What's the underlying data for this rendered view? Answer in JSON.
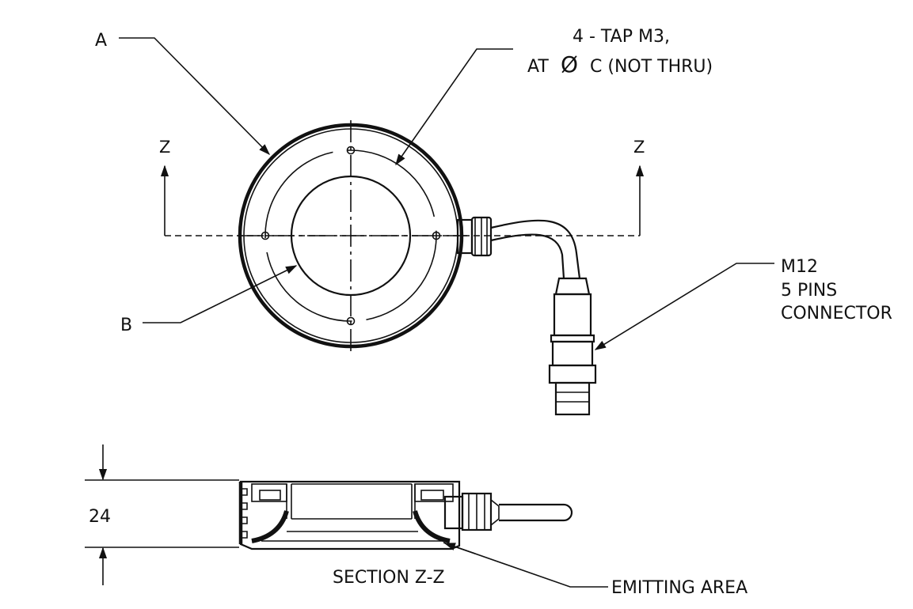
{
  "labels": {
    "a": "A",
    "b": "B",
    "tap_line1": "4 - TAP M3,",
    "tap_line2_prefix": "AT",
    "tap_line2_symbol": "Ø",
    "tap_line2_suffix": "C (NOT THRU)",
    "section_marker_left": "Z",
    "section_marker_right": "Z",
    "connector_line1": "M12",
    "connector_line2": "5 PINS",
    "connector_line3": "CONNECTOR",
    "height_dimension": "24",
    "section_title": "SECTION Z-Z",
    "emitting_area": "EMITTING AREA"
  },
  "colors": {
    "ink": "#111111",
    "background": "#ffffff"
  }
}
